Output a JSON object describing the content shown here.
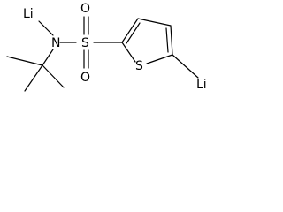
{
  "molecule": {
    "atoms": {
      "li_n": "Li",
      "n": "N",
      "s_sulfonyl": "S",
      "o_top": "O",
      "o_bottom": "O",
      "s_ring": "S",
      "li_ring": "Li"
    }
  }
}
